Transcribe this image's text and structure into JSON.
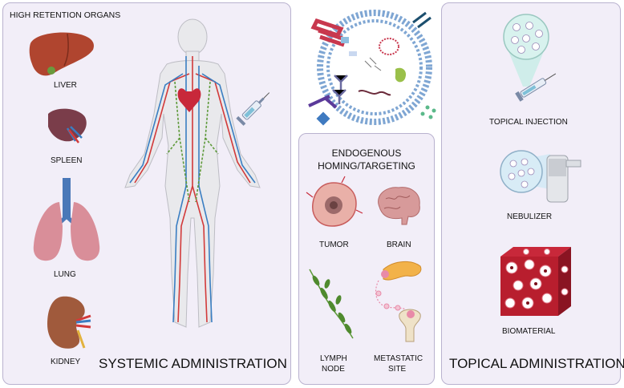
{
  "left_panel": {
    "header": "HIGH RETENTION ORGANS",
    "organs": {
      "liver": "LIVER",
      "spleen": "SPLEEN",
      "lung": "LUNG",
      "kidney": "KIDNEY"
    },
    "title": "SYSTEMIC ADMINISTRATION"
  },
  "middle_panel": {
    "header": [
      "ENDOGENOUS",
      "HOMING/TARGETING"
    ],
    "targets": {
      "tumor": "TUMOR",
      "brain": "BRAIN",
      "lymph_line1": "LYMPH",
      "lymph_line2": "NODE",
      "meta_line1": "METASTATIC",
      "meta_line2": "SITE"
    }
  },
  "right_panel": {
    "items": {
      "injection": "TOPICAL INJECTION",
      "nebulizer": "NEBULIZER",
      "biomaterial": "BIOMATERIAL"
    },
    "title": "TOPICAL ADMINISTRATION"
  },
  "colors": {
    "panel_bg": "#f2eef8",
    "panel_border": "#b9b2cf",
    "artery": "#d23a3a",
    "vein": "#3a7ec2",
    "lymph": "#5e9a3a",
    "membrane": "#7fa6d3"
  }
}
